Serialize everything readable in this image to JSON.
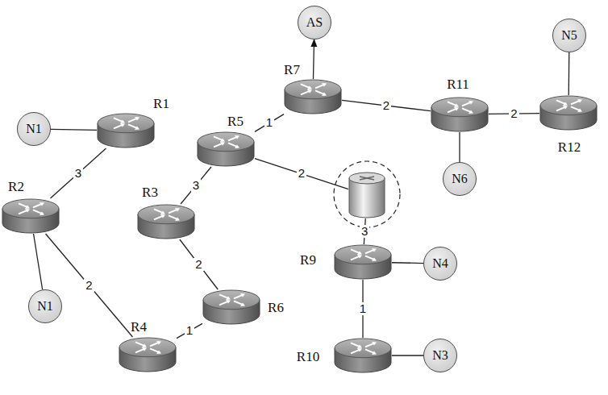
{
  "diagram": {
    "nodes": [
      {
        "text": [
          "AS"
        ]
      },
      {
        "text": [
          "N5"
        ]
      },
      {
        "text": [
          "R7"
        ]
      },
      {
        "text": [
          "R11"
        ]
      },
      {
        "text": [
          "R12"
        ]
      },
      {
        "text": [
          "N1"
        ]
      },
      {
        "text": [
          "R1"
        ]
      },
      {
        "text": [
          "R5"
        ]
      },
      {
        "text": [
          "N6"
        ]
      },
      {
        "text": []
      },
      {
        "text": [
          "R3"
        ]
      },
      {
        "text": [
          "R2"
        ]
      },
      {
        "text": [
          "R9"
        ]
      },
      {
        "text": [
          "N4"
        ]
      },
      {
        "text": [
          "N1"
        ]
      },
      {
        "text": [
          "R6"
        ]
      },
      {
        "text": [
          "R4"
        ]
      },
      {
        "text": [
          "R10"
        ]
      },
      {
        "text": [
          "N3"
        ]
      }
    ],
    "edges": [
      {
        "from": 2,
        "to": 0,
        "arrow": "to"
      },
      {
        "from": 5,
        "to": 6,
        "arrow": "none"
      },
      {
        "from": 6,
        "to": 11,
        "label": "3",
        "arrow": "none"
      },
      {
        "from": 11,
        "to": 14,
        "arrow": "none"
      },
      {
        "from": 11,
        "to": 16,
        "label": "2",
        "arrow": "none"
      },
      {
        "from": 16,
        "to": 15,
        "label": "1",
        "arrow": "none"
      },
      {
        "from": 15,
        "to": 10,
        "label": "2",
        "arrow": "none"
      },
      {
        "from": 10,
        "to": 7,
        "label": "3",
        "arrow": "none"
      },
      {
        "from": 7,
        "to": 2,
        "label": "1",
        "arrow": "none"
      },
      {
        "from": 7,
        "to": 9,
        "label": "2",
        "arrow": "none"
      },
      {
        "from": 9,
        "to": 12,
        "label": "3",
        "arrow": "none"
      },
      {
        "from": 12,
        "to": 17,
        "label": "1",
        "arrow": "none"
      },
      {
        "from": 12,
        "to": 13,
        "arrow": "none"
      },
      {
        "from": 17,
        "to": 18,
        "arrow": "none"
      },
      {
        "from": 2,
        "to": 3,
        "label": "2",
        "arrow": "none"
      },
      {
        "from": 3,
        "to": 4,
        "label": "2",
        "arrow": "none"
      },
      {
        "from": 3,
        "to": 8,
        "arrow": "none"
      },
      {
        "from": 4,
        "to": 1,
        "arrow": "none"
      }
    ]
  }
}
